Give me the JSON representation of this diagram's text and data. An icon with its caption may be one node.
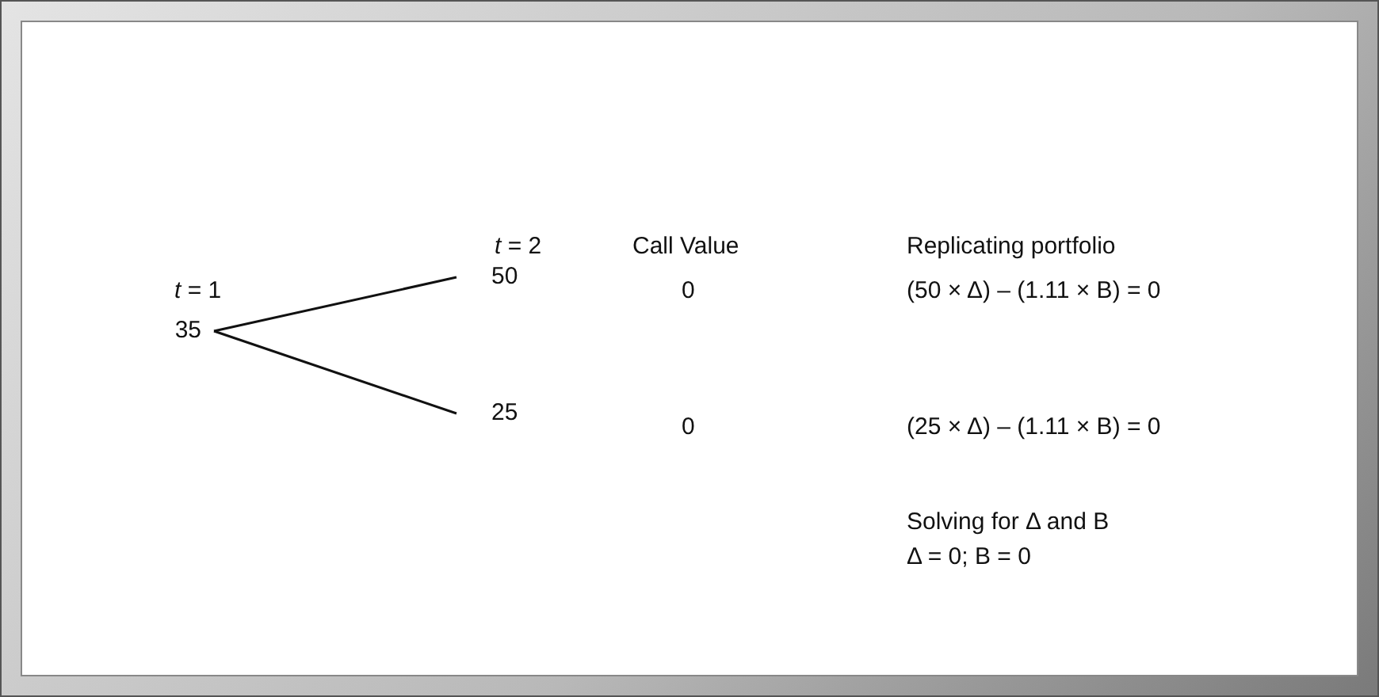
{
  "diagram": {
    "nodes": [
      {
        "text": [
          "35"
        ]
      },
      {
        "text": [
          "50"
        ]
      },
      {
        "text": [
          "25"
        ]
      }
    ],
    "edges": [
      {
        "from": 0,
        "to": 1,
        "arrow": "none"
      },
      {
        "from": 0,
        "to": 2,
        "arrow": "none"
      }
    ],
    "labels": [
      "*t* = 1",
      "*t* = 2",
      "Call Value",
      "Replicating portfolio",
      "0",
      "(50 × Δ) – (1.11 × B) = 0",
      "0",
      "(25 × Δ) – (1.11 × B) = 0",
      "Solving for Δ and B",
      "Δ = 0; B = 0"
    ]
  }
}
